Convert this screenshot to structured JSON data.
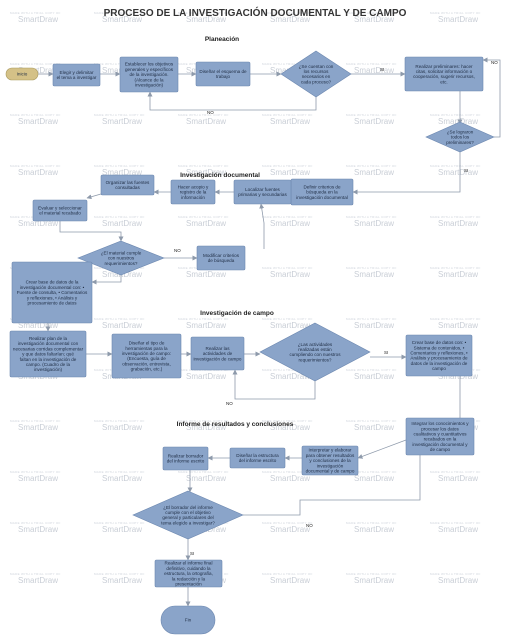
{
  "title": "PROCESO DE LA INVESTIGACIÓN DOCUMENTAL Y DE CAMPO",
  "watermark": {
    "brand": "SmartDraw",
    "small": "MADE WITH A TRIAL COPY OF"
  },
  "sections": {
    "planeacion": "Planeación",
    "documental": "Investigación documental",
    "campo": "Investigación de campo",
    "informe": "Informe de resultados y conclusiones"
  },
  "labels": {
    "si": "SI",
    "no": "NO"
  },
  "nodes": {
    "inicio": "Inicio",
    "elegir": "Elegir y delimitar el tema a investigar",
    "establecer": "Establecer los objetivos generales y específicos de la investigación. (Alcance de la investigación)",
    "disenar_esquema": "Diseñar el esquema de trabajo",
    "recursos": "¿Se cuentan con los recursos necesarios en cada proceso?",
    "realizar_prelim": "Realizar preliminares: hacer citas, solicitar información o cooperación, sugerir recursos, etc.",
    "lograron": "¿Se lograron todos los preliminares?",
    "definir_criterios": "Definir criterios de búsqueda en la investigación documental",
    "localizar": "Localizar fuentes primarias y secundarias",
    "hacer_acopio": "Hacer acopio y registro de la información",
    "organizar": "Organizar las fuentes consultadas",
    "evaluar": "Evaluar y seleccionar el material recabado",
    "cumple": "¿El material cumple con nuestros requerimientos?",
    "modificar": "Modificar criterios de búsqueda",
    "crear_base_doc": "Crear base de datos de la investigación documental con: • Fuente de consulta, • Comentarios y reflexiones, • Análisis y procesamiento de datos",
    "realizar_plan": "Realizar plan de la investigación documental con necesarias corridas complementar y que datos faltarían; qué faltan en la investigación de campo. (Cuadro de la investigación)",
    "disenar_herramientas": "Diseñar el tipo de herramientas para la investigación de campo: (Encuesta, guía de observación, entrevista, grabación, etc.)",
    "realizar_actividades": "Realizar las actividades de investigación de campo",
    "actividades_cumplen": "¿Las actividades realizadas están cumpliendo con nuestros requerimientos?",
    "crear_base_campo": "Crear base de datos con: • Sistema de contenidos, • Comentarios y reflexiones, • Análisis y procesamiento de datos de la investigación de campo",
    "integrar": "Integrar los conocimientos y procesar los datos cualitativos y cuantitativos recabados en la investigación documental y de campo",
    "interpretar": "Interpretar y elaborar para obtener resultados y conclusiones de la investigación documental y de campo",
    "disenar_estructura": "Diseñar la estructura del informe escrito",
    "realizar_borrador": "Realizar borrador del informe escrito",
    "borrador_cumple": "¿El borrador del informe cumple con el objetivo general y particulares del tema elegido a investigar?",
    "realizar_final": "Realizar el informe final definitivo, cuidando la estructura, la ortografía, la redacción y la presentación",
    "fin": "Fin"
  }
}
